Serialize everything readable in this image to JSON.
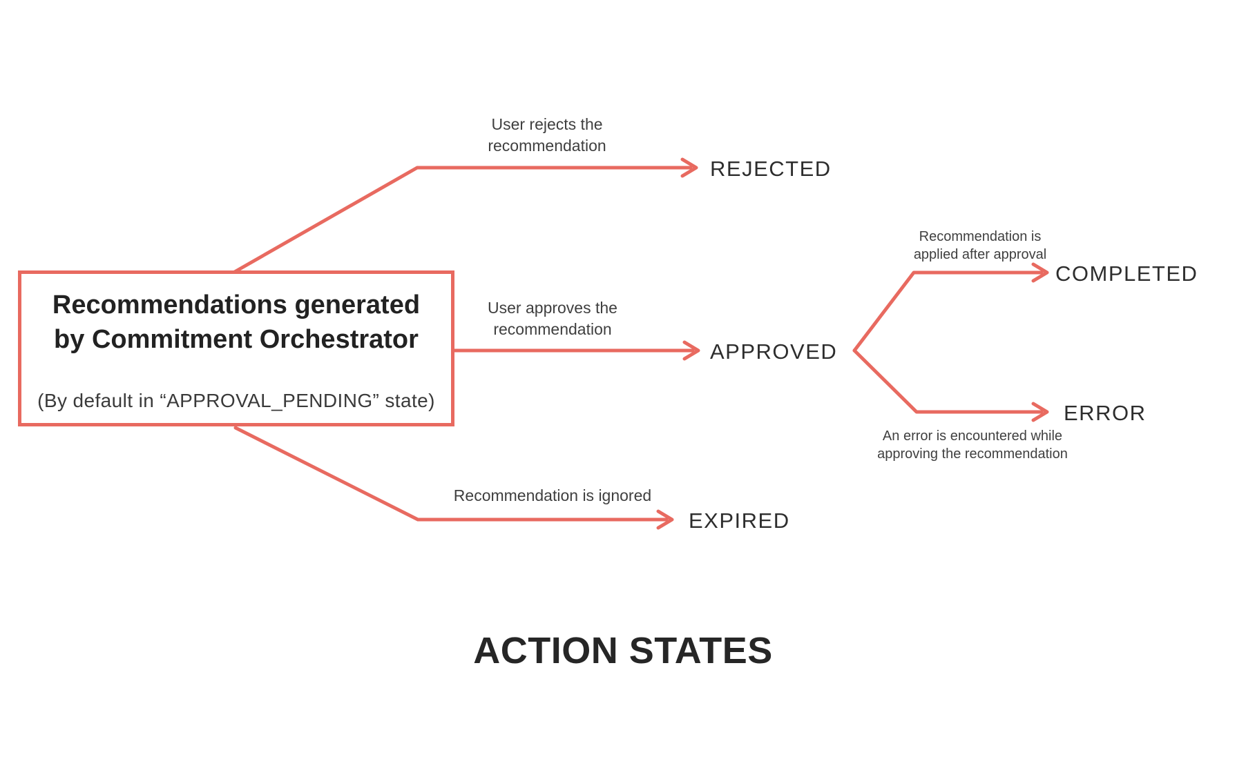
{
  "colors": {
    "accent": "#e86a60",
    "state_text": "#2d2d2d",
    "label_text": "#3f3f3f",
    "title_text": "#222222"
  },
  "source_box": {
    "title": "Recommendations generated\nby Commitment Orchestrator",
    "subtitle": "(By default in “APPROVAL_PENDING” state)"
  },
  "states": {
    "rejected": "REJECTED",
    "approved": "APPROVED",
    "completed": "COMPLETED",
    "error": "ERROR",
    "expired": "EXPIRED"
  },
  "edge_labels": {
    "reject": "User rejects the\nrecommendation",
    "approve": "User approves the\nrecommendation",
    "expire": "Recommendation is ignored",
    "complete": "Recommendation is\napplied after approval",
    "error": "An error is encountered while\napproving the recommendation"
  },
  "footer_title": "ACTION STATES"
}
